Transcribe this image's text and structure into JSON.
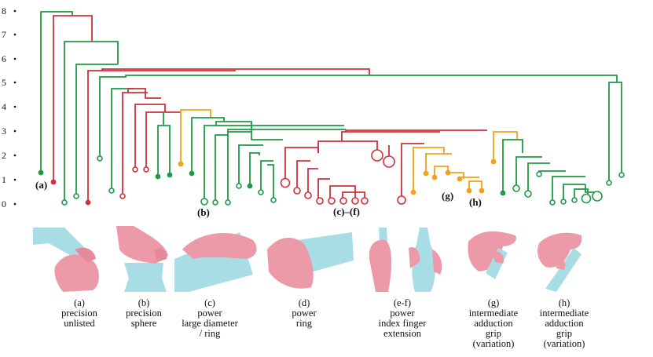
{
  "y_axis": {
    "ticks": [
      "0",
      "1",
      "2",
      "3",
      "4",
      "5",
      "6",
      "7",
      "8"
    ]
  },
  "colors": {
    "precision": "#d0303b",
    "power": "#1f9a46",
    "intermediate": "#f4a01c",
    "hand": "#ec9aa8",
    "object": "#a9dde6"
  },
  "markers": [
    {
      "id": "a",
      "label": "(a)"
    },
    {
      "id": "b",
      "label": "(b)"
    },
    {
      "id": "cf",
      "label": "(c)–(f)"
    },
    {
      "id": "g",
      "label": "(g)"
    },
    {
      "id": "h",
      "label": "(h)"
    }
  ],
  "captions": [
    {
      "id": "a",
      "text": "(a)\nprecision\nunlisted"
    },
    {
      "id": "b",
      "text": "(b)\nprecision\nsphere"
    },
    {
      "id": "c",
      "text": "(c)\npower\nlarge diameter\n/ ring"
    },
    {
      "id": "d",
      "text": "(d)\npower\nring"
    },
    {
      "id": "ef",
      "text": "(e-f)\npower\nindex finger\nextension"
    },
    {
      "id": "g",
      "text": "(g)\nintermediate\nadduction\ngrip\n(variation)"
    },
    {
      "id": "h",
      "text": "(h)\nintermediate\nadduction\ngrip\n(variation)"
    }
  ]
}
